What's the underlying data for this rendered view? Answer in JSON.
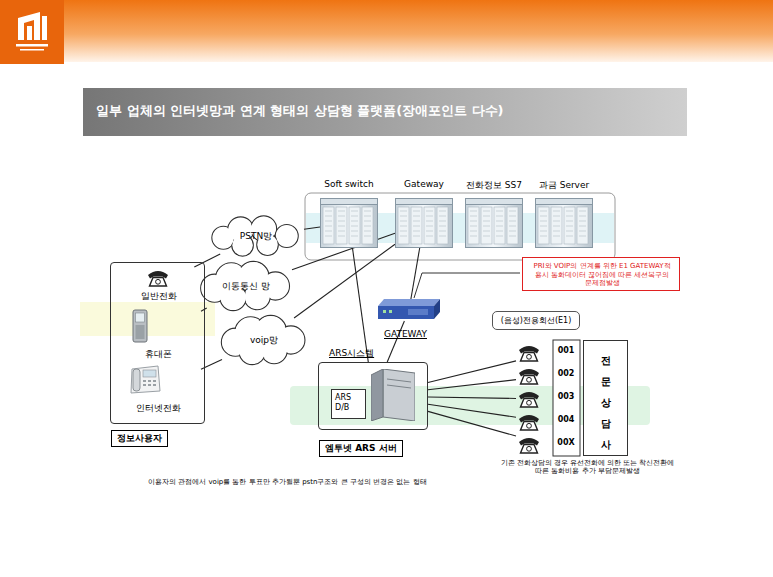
{
  "diagram": {
    "title": "일부 업체의 인터넷망과 연계 형태의 상담형 플랫폼(장애포인트 다수)",
    "caption": "이용자의 관점에서 voip를 통한 투표만 추가될뿐 pstn구조와 큰 구성의 변경은 없는 형태",
    "nodes": [
      {
        "text": [
          "Soft switch"
        ]
      },
      {
        "text": [
          "Gateway"
        ]
      },
      {
        "text": [
          "전화정보 SS7"
        ]
      },
      {
        "text": [
          "과금 Server"
        ]
      },
      {
        "text": [
          "PSTN망"
        ]
      },
      {
        "text": [
          "이동통신 망"
        ]
      },
      {
        "text": [
          "voip망"
        ]
      },
      {
        "text": [
          "정보사용자"
        ]
      },
      {
        "text": [
          "일반전화"
        ],
        "in": 7
      },
      {
        "text": [
          "휴대폰"
        ],
        "in": 7
      },
      {
        "text": [
          "인터넷전화"
        ],
        "in": 7
      },
      {
        "text": [
          "PRI와 VOIP의 연계를 위한 E1 GATEWAY적용시 통화데이터 끊어짐에 따른 세션복구의 문제점발생"
        ]
      },
      {
        "text": [
          "GATEWAY"
        ]
      },
      {
        "text": [
          "(음성)전용회선(E1)"
        ]
      },
      {
        "text": [
          "ARS시스템",
          "엠투넷 ARS 서버"
        ]
      },
      {
        "text": [
          "ARS D/B"
        ],
        "in": 14
      },
      {
        "text": [
          "001"
        ]
      },
      {
        "text": [
          "002"
        ]
      },
      {
        "text": [
          "003"
        ]
      },
      {
        "text": [
          "004"
        ]
      },
      {
        "text": [
          "00X"
        ]
      },
      {
        "text": [
          "전문상담사"
        ]
      }
    ],
    "edges": [
      {
        "from": 8,
        "to": 4,
        "arrow": "none"
      },
      {
        "from": 9,
        "to": 5,
        "arrow": "none"
      },
      {
        "from": 10,
        "to": 6,
        "arrow": "none"
      },
      {
        "from": 4,
        "to": 0,
        "arrow": "none"
      },
      {
        "from": 5,
        "to": 1,
        "arrow": "none"
      },
      {
        "from": 6,
        "to": 1,
        "arrow": "none"
      },
      {
        "from": 14,
        "to": 0,
        "arrow": "none"
      },
      {
        "from": 12,
        "to": 1,
        "arrow": "none"
      },
      {
        "from": 12,
        "to": 14,
        "arrow": "none"
      },
      {
        "from": 14,
        "to": 16,
        "arrow": "none"
      },
      {
        "from": 14,
        "to": 17,
        "arrow": "none"
      },
      {
        "from": 14,
        "to": 18,
        "arrow": "none"
      },
      {
        "from": 14,
        "to": 19,
        "arrow": "none"
      },
      {
        "from": 14,
        "to": 20,
        "arrow": "none"
      }
    ],
    "labels": [
      "기존 전화상담의 경우 유선전화에 의한 또는 착신전환에 따른 통화비용 추가 부담문제발생"
    ]
  }
}
